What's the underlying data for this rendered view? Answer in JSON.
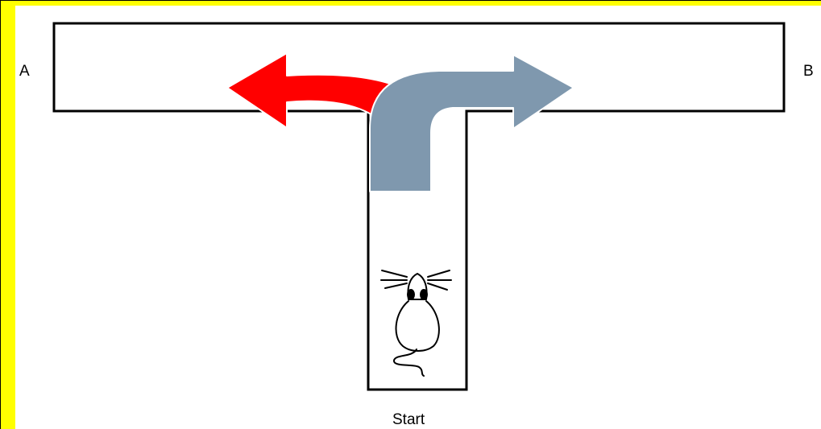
{
  "diagram": {
    "label_left_arm": "A",
    "label_right_arm": "B",
    "label_start": "Start",
    "icon": "mouse-icon",
    "colors": {
      "background": "#000000",
      "border": "#FFFF00",
      "panel": "#FFFFFF",
      "maze_outline": "#000000",
      "left_arrow": "#FF0000",
      "right_arrow": "#7F98AE"
    }
  }
}
